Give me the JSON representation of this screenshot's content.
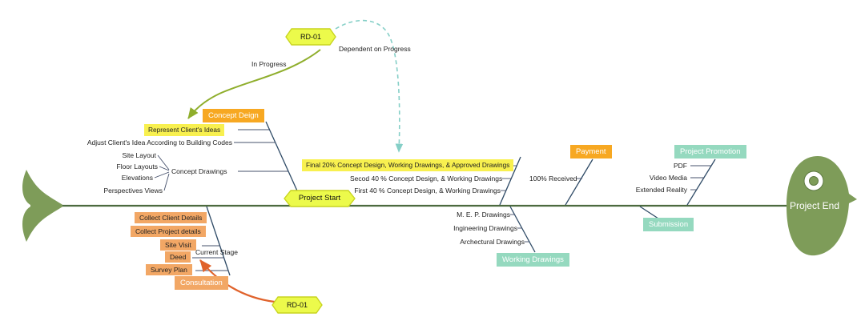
{
  "colors": {
    "spine": "#4C6A3F",
    "branch_line": "#2E4A66",
    "fish_body": "#7E9C59",
    "amber_box": "#F7A822",
    "peach_box": "#F2A765",
    "yellow_highlight": "#F8F04F",
    "teal_box": "#95D9BF",
    "hexagon_fill": "#ECFA4B",
    "hexagon_border": "#C8D41F",
    "arrow_green": "#8FAE2C",
    "arrow_teal_dashed": "#85CFC7",
    "arrow_orange": "#E0622B"
  },
  "fish": {
    "start_label": "Project Start",
    "end_label": "Project End"
  },
  "rd_markers": {
    "top": "RD-01",
    "bottom": "RD-01",
    "dependent_note": "Dependent on Progress",
    "in_progress_note": "In Progress",
    "current_stage_note": "Current Stage"
  },
  "branches": {
    "concept_design": {
      "header": "Concept Deign",
      "highlight": "Represent Client's Ideas",
      "adjust": "Adjust Client's Idea According to Building Codes",
      "drawing_types": [
        "Site Layout",
        "Floor Layouts",
        "Elevations",
        "Perspectives Views"
      ],
      "group_label": "Concept Drawings"
    },
    "deliverables": {
      "final": "Final 20% Concept Design, Working Drawings, & Approved Drawings",
      "second": "Secod 40 % Concept Design, & Working Drawings",
      "first": "First 40 % Concept Design, & Working Drawings"
    },
    "payment": {
      "header": "Payment",
      "received": "100% Received"
    },
    "promotion": {
      "header": "Project Promotion",
      "items": [
        "PDF",
        "Video Media",
        "Extended Reality"
      ]
    },
    "consultation": {
      "header": "Consultation",
      "items": [
        "Collect Client Details",
        "Collect Project details",
        "Site Visit",
        "Deed",
        "Survey Plan"
      ]
    },
    "working_drawings": {
      "header": "Working Drawings",
      "items": [
        "M. E. P. Drawings",
        "Ingineering Drawings",
        "Archectural Drawings"
      ]
    },
    "submission": {
      "header": "Submission"
    }
  }
}
